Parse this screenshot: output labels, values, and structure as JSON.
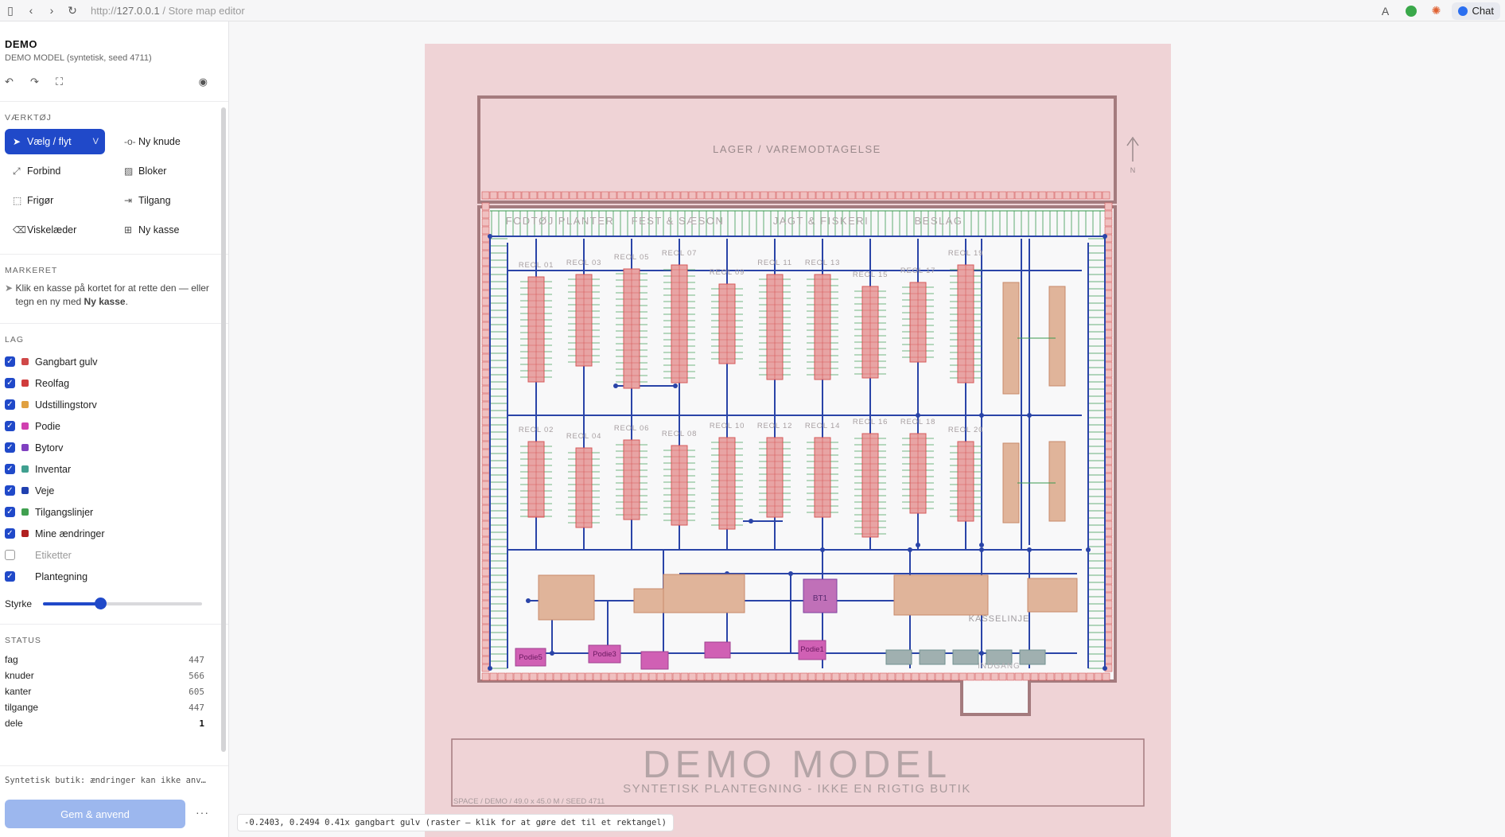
{
  "browser": {
    "url_scheme": "http://",
    "url_host": "127.0.0.1",
    "url_rest": " / Store map editor",
    "chat_label": "Chat"
  },
  "sidebar": {
    "title": "DEMO",
    "subtitle": "DEMO MODEL (syntetisk, seed 4711)",
    "tools_label": "VÆRKTØJ",
    "tools": [
      {
        "label": "Vælg / flyt",
        "kbd": "V",
        "active": true,
        "icon": "cursor-icon"
      },
      {
        "label": "Ny knude",
        "active": false,
        "icon": "node-icon"
      },
      {
        "label": "Forbind",
        "active": false,
        "icon": "link-icon"
      },
      {
        "label": "Bloker",
        "active": false,
        "icon": "block-icon"
      },
      {
        "label": "Frigør",
        "active": false,
        "icon": "release-icon"
      },
      {
        "label": "Tilgang",
        "active": false,
        "icon": "access-icon"
      },
      {
        "label": "Viskelæder",
        "active": false,
        "icon": "eraser-icon"
      },
      {
        "label": "Ny kasse",
        "active": false,
        "icon": "new-box-icon"
      }
    ],
    "marked_label": "MARKERET",
    "marked_text_1": "Klik en kasse på kortet for at rette den — eller tegn en ny med ",
    "marked_text_bold": "Ny kasse",
    "marked_text_2": ".",
    "layers_label": "LAG",
    "layers": [
      {
        "name": "Gangbart gulv",
        "checked": true,
        "color": "#d04848"
      },
      {
        "name": "Reolfag",
        "checked": true,
        "color": "#d03c3c"
      },
      {
        "name": "Udstillingstorv",
        "checked": true,
        "color": "#e0a040"
      },
      {
        "name": "Podie",
        "checked": true,
        "color": "#d040b0"
      },
      {
        "name": "Bytorv",
        "checked": true,
        "color": "#8040c0"
      },
      {
        "name": "Inventar",
        "checked": true,
        "color": "#40a090"
      },
      {
        "name": "Veje",
        "checked": true,
        "color": "#2040b0"
      },
      {
        "name": "Tilgangslinjer",
        "checked": true,
        "color": "#40a050"
      },
      {
        "name": "Mine ændringer",
        "checked": true,
        "color": "#b02020"
      },
      {
        "name": "Etiketter",
        "checked": false,
        "color": "#ffffff"
      },
      {
        "name": "Plantegning",
        "checked": true,
        "color": "#ffffff"
      }
    ],
    "strength_label": "Styrke",
    "strength_value": 0.36,
    "status_label": "STATUS",
    "stats": [
      {
        "label": "fag",
        "value": "447"
      },
      {
        "label": "knuder",
        "value": "566"
      },
      {
        "label": "kanter",
        "value": "605"
      },
      {
        "label": "tilgange",
        "value": "447"
      },
      {
        "label": "dele",
        "value": "1"
      }
    ],
    "footer_note": "Syntetisk butik: ændringer kan ikke anv…",
    "apply_label": "Gem & anvend",
    "more_label": "···"
  },
  "map": {
    "warehouse_label": "LAGER / VAREMODTAGELSE",
    "north_label": "N",
    "categories": [
      "FODTØJ PLANTER",
      "FEST & SÆSON",
      "JAGT & FISKERI",
      "BESLAG"
    ],
    "shelves_top": [
      "REOL 01",
      "REOL 03",
      "REOL 05",
      "REOL 07",
      "REOL 09",
      "REOL 11",
      "REOL 13",
      "REOL 15",
      "REOL 17",
      "REOL 19"
    ],
    "shelves_bottom": [
      "REOL 02",
      "REOL 04",
      "REOL 06",
      "REOL 08",
      "REOL 10",
      "REOL 12",
      "REOL 14",
      "REOL 16",
      "REOL 18",
      "REOL 20"
    ],
    "bytorv_label": "BT1",
    "podier": [
      "Podie5",
      "Podie3",
      "Podie1"
    ],
    "checkout_label": "KASSELINJE",
    "entrance_label": "INDGANG",
    "title_big": "DEMO MODEL",
    "title_sub": "SYNTETISK PLANTEGNING - IKKE EN RIGTIG BUTIK",
    "title_meta": "SPACE / DEMO / 49.0 x 45.0 M / SEED 4711"
  },
  "status_line": "-0.2403, 0.2494 0.41x gangbart gulv (raster — klik for at gøre det til et rektangel)"
}
